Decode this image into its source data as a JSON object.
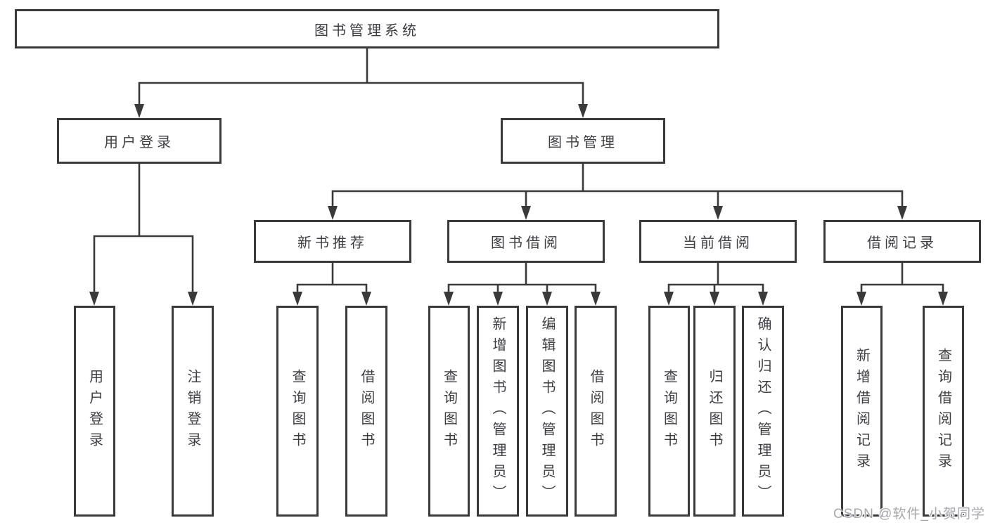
{
  "diagram": {
    "title": "图书管理系统",
    "root": {
      "label": "图书管理系统"
    },
    "level2": [
      {
        "label": "用户登录"
      },
      {
        "label": "图书管理"
      }
    ],
    "level3": [
      {
        "label": "新书推荐"
      },
      {
        "label": "图书借阅"
      },
      {
        "label": "当前借阅"
      },
      {
        "label": "借阅记录"
      }
    ],
    "leaves": {
      "user_login": [
        "用户登录",
        "注销登录"
      ],
      "new_book_recommend": [
        "查询图书",
        "借阅图书"
      ],
      "book_borrow": [
        "查询图书",
        "新增图书（管理员）",
        "编辑图书（管理员）",
        "借阅图书"
      ],
      "current_borrow": [
        "查询图书",
        "归还图书",
        "确认归还（管理员）"
      ],
      "borrow_records": [
        "新增借阅记录",
        "查询借阅记录"
      ]
    }
  },
  "watermark": "CSDN @软件_小贺同学",
  "colors": {
    "line": "#3a3a3a",
    "text": "#3d3d42",
    "watermark": "#a8a8ac",
    "background": "#ffffff"
  }
}
